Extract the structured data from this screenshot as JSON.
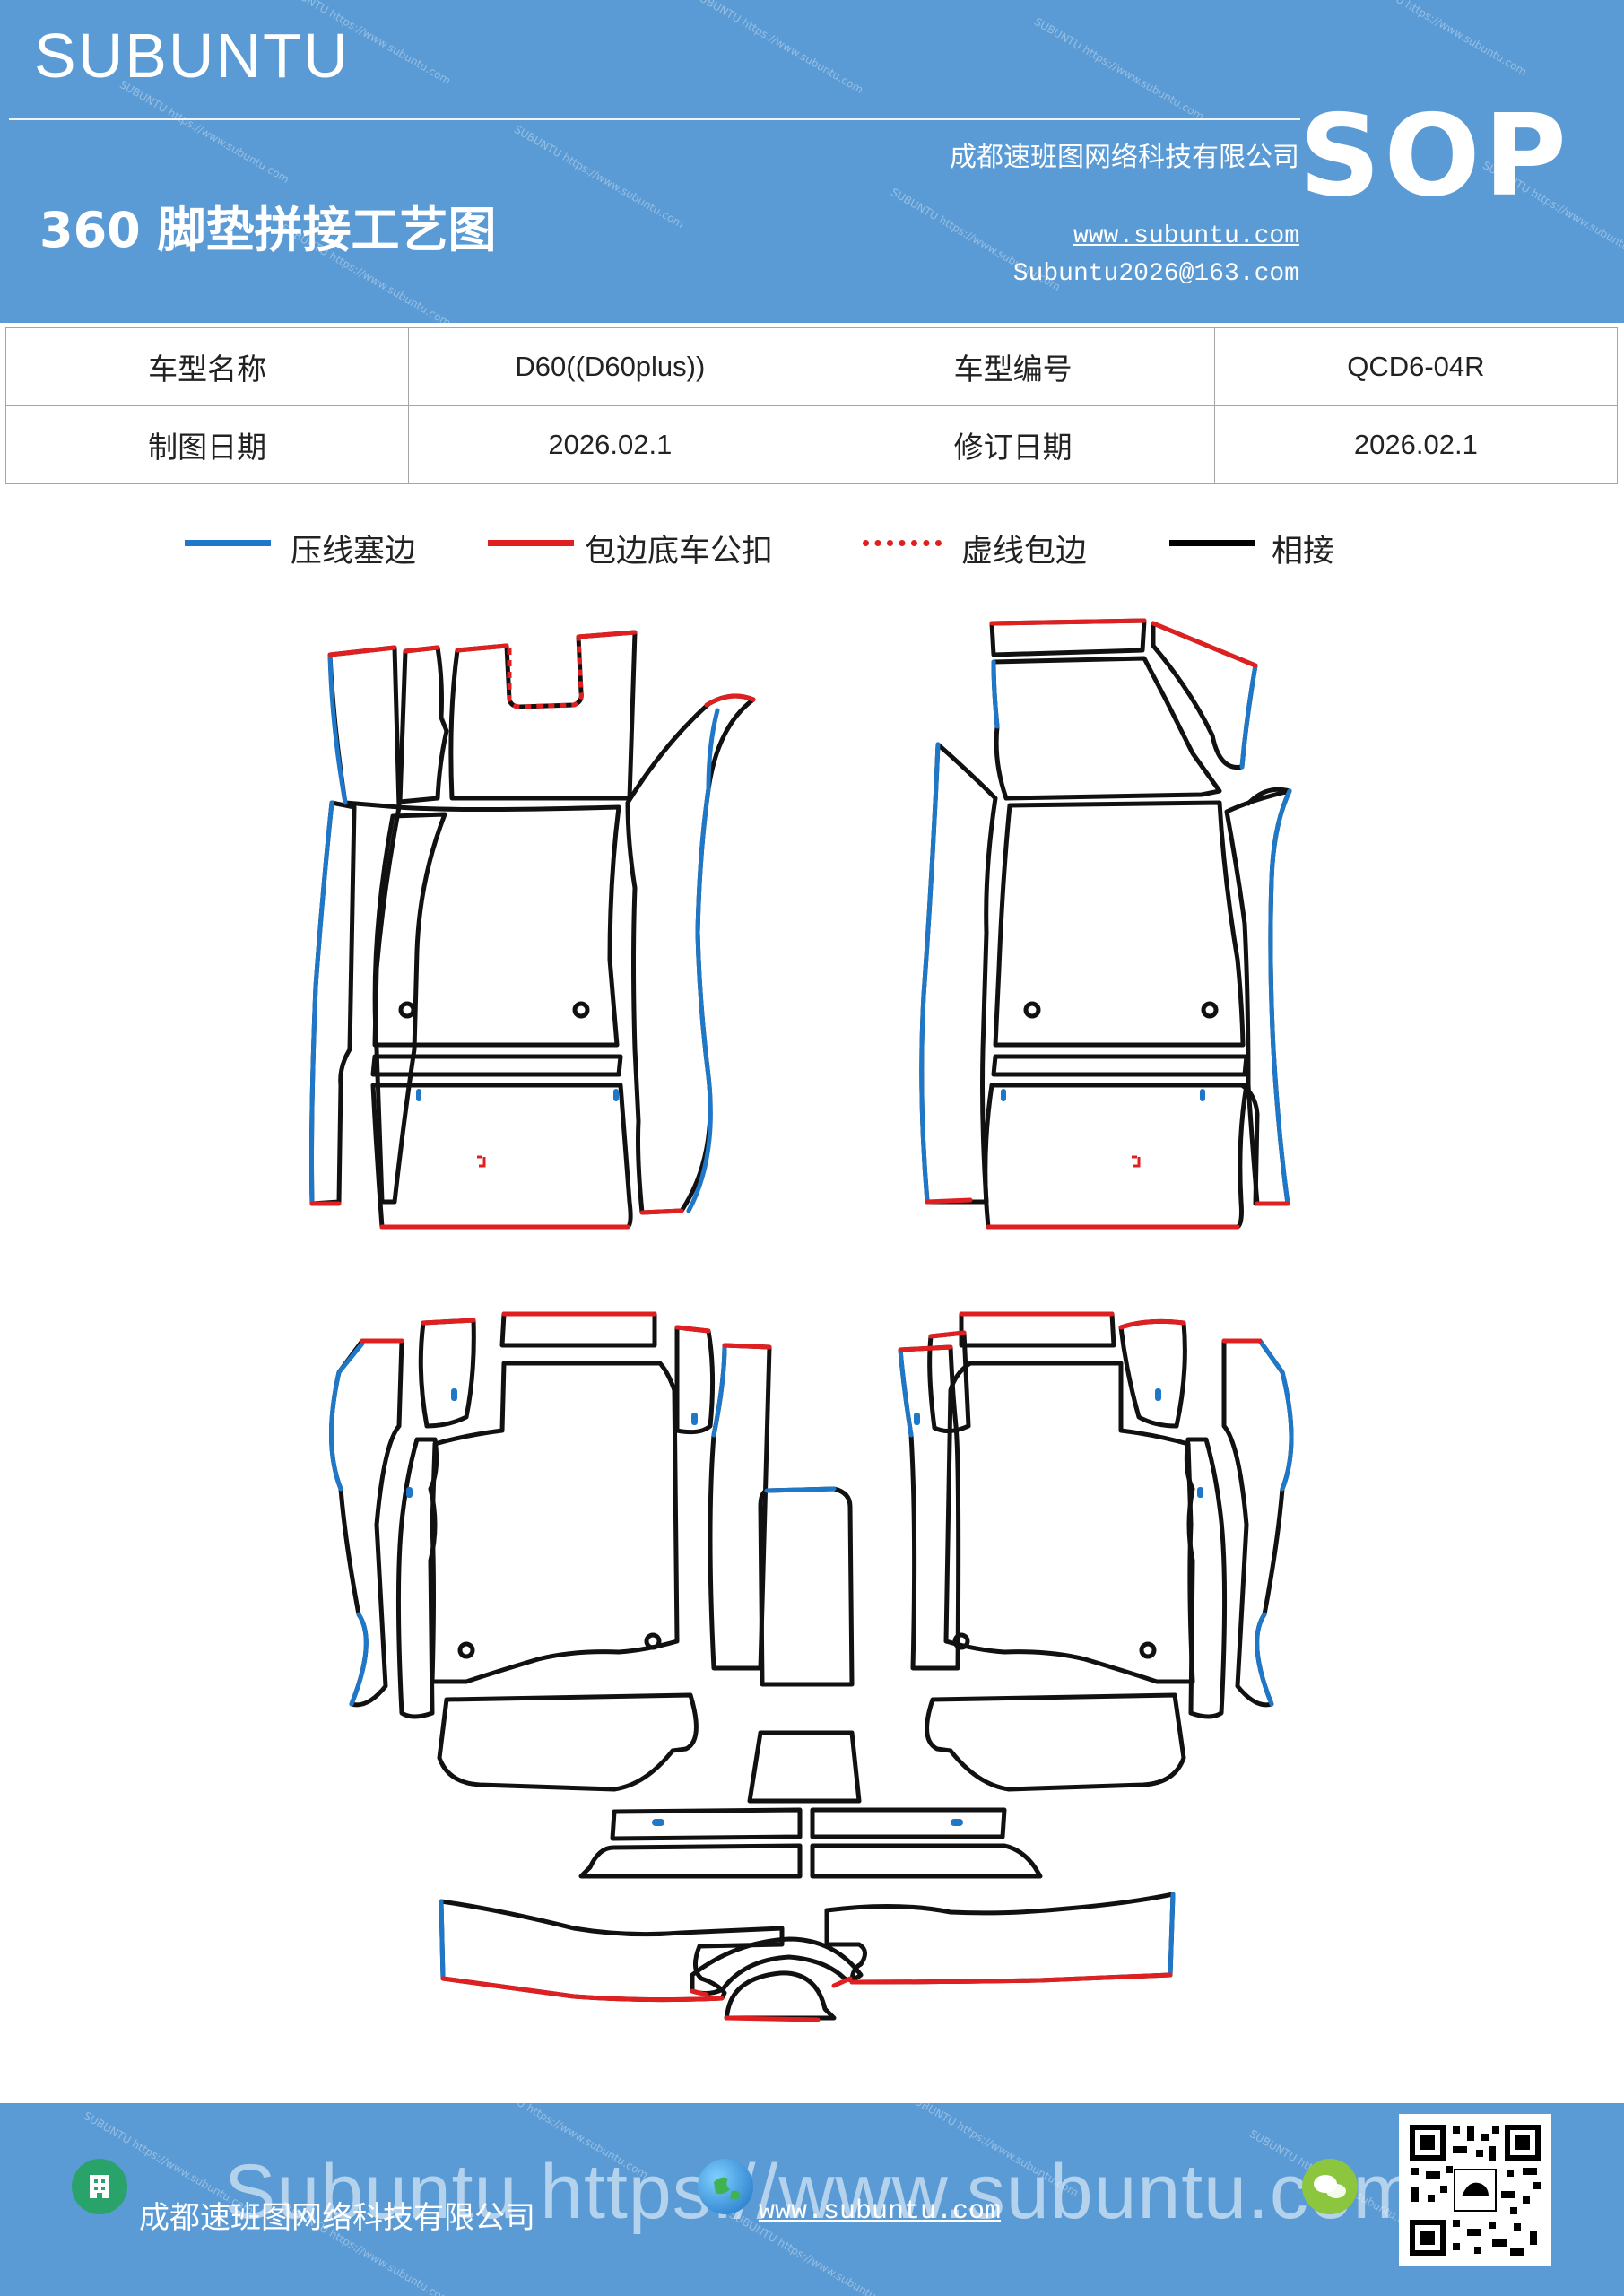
{
  "header": {
    "brand": "SUBUNTU",
    "company": "成都速班图网络科技有限公司",
    "title": "360 脚垫拼接工艺图",
    "website": "www.subuntu.com",
    "email": "Subuntu2026@163.com",
    "sop": "SOP"
  },
  "info": {
    "rows": [
      {
        "label1": "车型名称",
        "value1": "D60((D60plus))",
        "label2": "车型编号",
        "value2": "QCD6-04R"
      },
      {
        "label1": "制图日期",
        "value1": "2026.02.1",
        "label2": "修订日期",
        "value2": "2026.02.1"
      }
    ]
  },
  "legend": [
    {
      "label": "压线塞边",
      "color": "#1f77c8",
      "style": "solid"
    },
    {
      "label": "包边底车公扣",
      "color": "#e02020",
      "style": "solid"
    },
    {
      "label": "虚线包边",
      "color": "#e02020",
      "style": "dashed"
    },
    {
      "label": "相接",
      "color": "#000000",
      "style": "solid"
    }
  ],
  "colors": {
    "header_bg": "#5b9bd5",
    "outline": "#111111",
    "press_edge": "#1f77c8",
    "wrap_edge": "#e02020"
  },
  "footer": {
    "ghost_text": "Subuntu https://www.subuntu.com",
    "company": "成都速班图网络科技有限公司",
    "website": "www.subuntu.com",
    "icons": [
      "building-icon",
      "globe-icon",
      "wechat-icon"
    ]
  }
}
